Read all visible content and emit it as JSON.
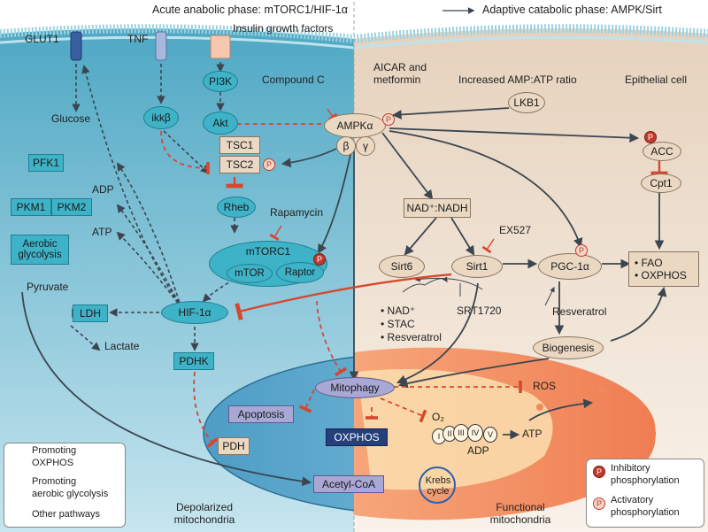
{
  "header": {
    "left_phase": "Acute anabolic phase: mTORC1/HIF-1α",
    "right_phase": "Adaptive catabolic phase: AMPK/Sirt"
  },
  "receptors": {
    "glut1": "GLUT1",
    "tnf": "TNF",
    "insulin": "Insulin growth factors"
  },
  "nodes": {
    "glucose": "Glucose",
    "pi3k": "PI3K",
    "ikkb": "ikkβ",
    "akt": "Akt",
    "compound_c": "Compound C",
    "aicar": "AICAR and",
    "metformin": "metformin",
    "amp_ratio": "Increased AMP:ATP ratio",
    "epithelial": "Epithelial cell",
    "lkb1": "LKB1",
    "ampk": "AMPKα",
    "beta": "β",
    "gamma": "γ",
    "tsc1": "TSC1",
    "tsc2": "TSC2",
    "pfk1": "PFK1",
    "adp": "ADP",
    "atp": "ATP",
    "pkm1": "PKM1",
    "pkm2": "PKM2",
    "aerobic": "Aerobic glycolysis",
    "rheb": "Rheb",
    "rapamycin": "Rapamycin",
    "mtorc1": "mTORC1",
    "mtor": "mTOR",
    "raptor": "Raptor",
    "pyruvate": "Pyruvate",
    "ldh": "LDH",
    "hif": "HIF-1α",
    "lactate": "Lactate",
    "pdhk": "PDHK",
    "nad": "NAD⁺:NADH",
    "ex527": "EX527",
    "sirt6": "Sirt6",
    "sirt1": "Sirt1",
    "pgc": "PGC-1α",
    "acc": "ACC",
    "cpt1": "Cpt1",
    "fao": "• FAO",
    "oxphos_r": "• OXPHOS",
    "nad_plus": "• NAD⁺",
    "stac": "• STAC",
    "resv_list": "• Resveratrol",
    "srt1720": "SRT1720",
    "resveratrol": "Resveratrol",
    "biogenesis": "Biogenesis",
    "mitophagy": "Mitophagy",
    "ros": "ROS",
    "apoptosis": "Apoptosis",
    "oxphos": "OXPHOS",
    "pdh": "PDH",
    "o2": "O₂",
    "atp2": "ATP",
    "adp2": "ADP",
    "complexes": [
      "I",
      "II",
      "III",
      "IV",
      "V"
    ],
    "acetyl": "Acetyl-CoA",
    "krebs": "Krebs cycle",
    "depolarized": "Depolarized mitochondria",
    "functional": "Functional mitochondria"
  },
  "phospho": {
    "p": "P"
  },
  "legend": {
    "promoting_oxphos_1": "Promoting",
    "promoting_oxphos_2": "OXPHOS",
    "promoting_glyc_1": "Promoting",
    "promoting_glyc_2": "aerobic glycolysis",
    "other": "Other pathways",
    "inhibitory_1": "Inhibitory",
    "inhibitory_2": "phosphorylation",
    "activatory_1": "Activatory",
    "activatory_2": "phosphorylation"
  },
  "colors": {
    "left_bg": "#7fc6dc",
    "right_bg": "#f1e4d6",
    "red": "#d7472e",
    "dark": "#3b4650",
    "mito_left": "#4fa3c8",
    "mito_right": "#f2a06e"
  }
}
